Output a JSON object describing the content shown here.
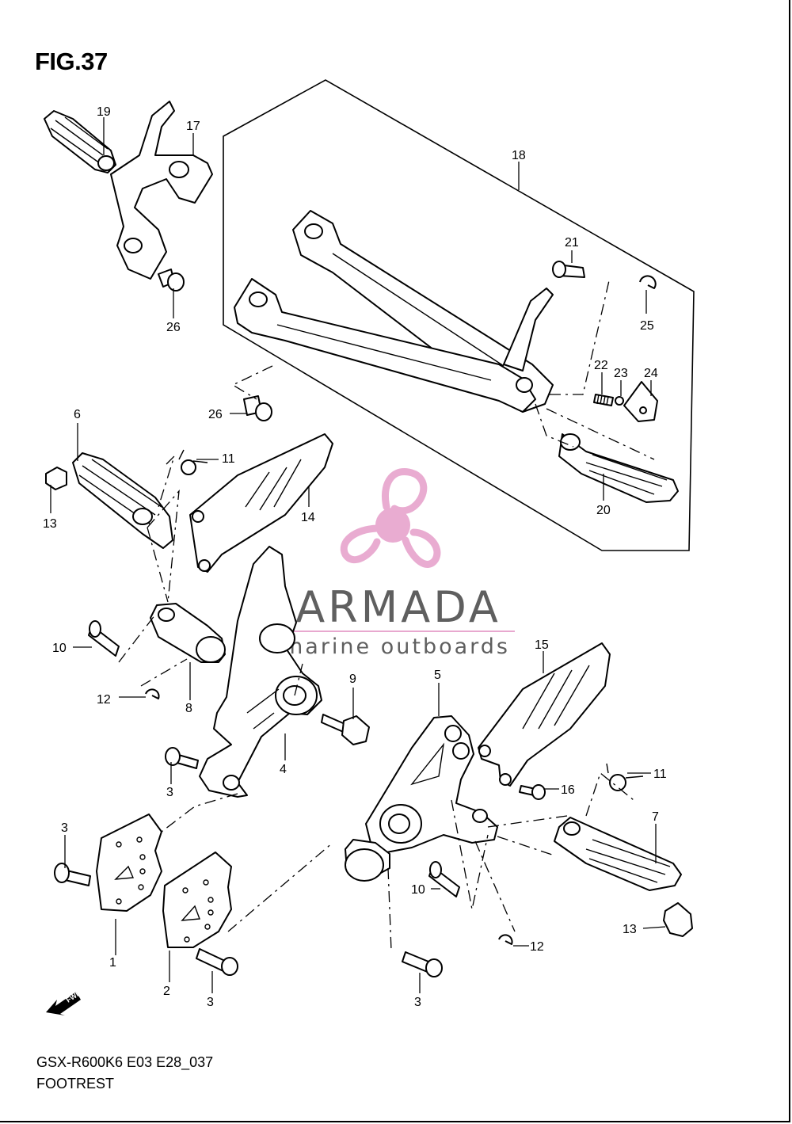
{
  "figure": {
    "title": "FIG.37",
    "model_code": "GSX-R600K6 E03 E28_037",
    "assembly_name": "FOOTREST"
  },
  "watermark": {
    "brand": "ARMADA",
    "tagline": "marine outboards",
    "logo_color": "#e8a8cf",
    "text_color": "#5f5f5f"
  },
  "callouts": {
    "n1": "1",
    "n2": "2",
    "n3a": "3",
    "n3b": "3",
    "n3c": "3",
    "n3d": "3",
    "n4": "4",
    "n5": "5",
    "n6": "6",
    "n7": "7",
    "n8": "8",
    "n9": "9",
    "n10a": "10",
    "n10b": "10",
    "n11a": "11",
    "n11b": "11",
    "n12a": "12",
    "n12b": "12",
    "n13a": "13",
    "n13b": "13",
    "n14": "14",
    "n15": "15",
    "n16": "16",
    "n17": "17",
    "n18": "18",
    "n19": "19",
    "n20": "20",
    "n21": "21",
    "n22": "22",
    "n23": "23",
    "n24": "24",
    "n25": "25",
    "n26a": "26",
    "n26b": "26"
  },
  "direction_badge": {
    "label": "FWD",
    "icon": "fwd-arrow-icon"
  }
}
